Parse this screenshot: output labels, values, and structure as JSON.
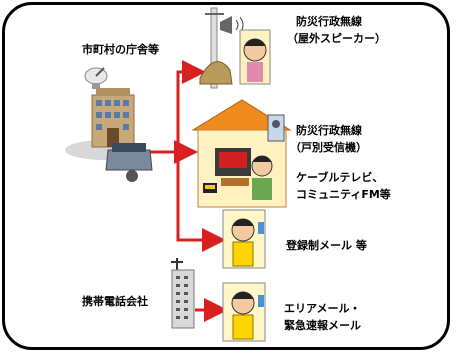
{
  "labels": {
    "city_office": "市町村の庁舎等",
    "outdoor_line1": "防災行政無線",
    "outdoor_line2": "（屋外スピーカー）",
    "household_line1": "防災行政無線",
    "household_line2": "（戸別受信機）",
    "cable_line1": "ケーブルテレビ、",
    "cable_line2": "コミュニティFM等",
    "registered_mail": "登録制メール 等",
    "carrier": "携帯電話会社",
    "area_mail_line1": "エリアメール・",
    "area_mail_line2": "緊急速報メール"
  },
  "colors": {
    "arrow": "#d92020",
    "house_roof": "#f08c1e",
    "house_wall": "#fff2c0",
    "phone_bg": "#fff7c8",
    "frame": "#000000"
  },
  "icons": [
    "city-hall-icon",
    "satellite-dish-icon",
    "control-desk-icon",
    "speaker-pole-icon",
    "house-icon",
    "receiver-icon",
    "tv-icon",
    "radio-icon",
    "phone-user-icon",
    "cell-tower-icon",
    "carrier-building-icon"
  ]
}
